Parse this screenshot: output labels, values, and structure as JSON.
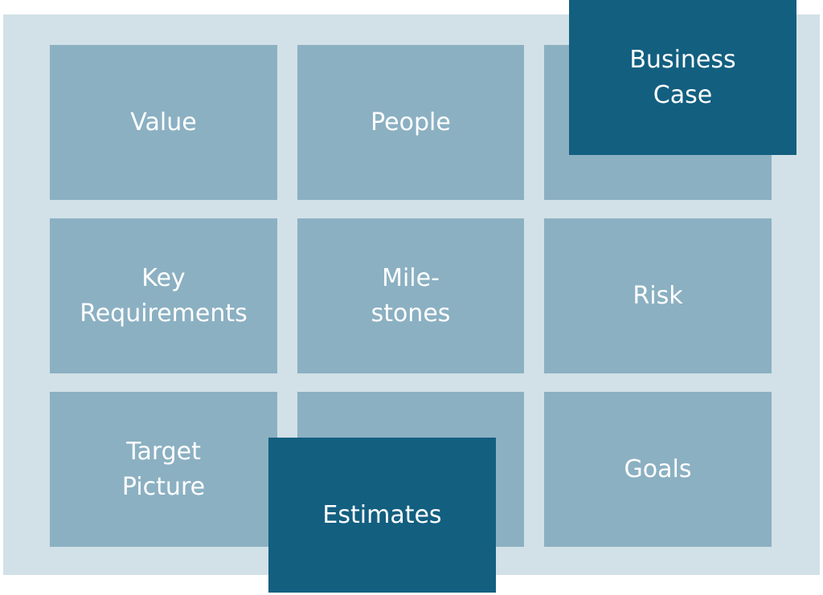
{
  "tiles": {
    "value": "Value",
    "people": "People",
    "key_requirements": "Key\nRequirements",
    "milestones": "Mile-\nstones",
    "risk": "Risk",
    "target_picture": "Target\nPicture",
    "goals": "Goals"
  },
  "highlights": {
    "business_case": "Business\nCase",
    "estimates": "Estimates"
  },
  "colors": {
    "backdrop": "#d1e1e7",
    "tile": "#8bb0c2",
    "highlight": "#135f80",
    "text": "#ffffff"
  }
}
